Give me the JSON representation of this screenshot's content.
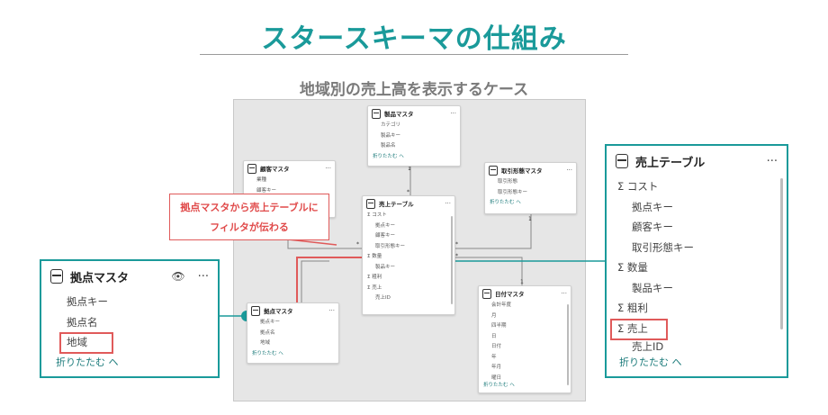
{
  "title": "スタースキーマの仕組み",
  "subtitle": "地域別の売上高を表示するケース",
  "callout": {
    "line1": "拠点マスタから売上テーブルに",
    "line2": "フィルタが伝わる"
  },
  "fold_label": "折りたたむ ヘ",
  "more_label": "···",
  "tables": {
    "product": {
      "name": "製品マスタ",
      "fields": [
        "カテゴリ",
        "製品キー",
        "製品名"
      ]
    },
    "customer": {
      "name": "顧客マスタ",
      "fields": [
        "業種",
        "顧客キー"
      ]
    },
    "deal": {
      "name": "取引形態マスタ",
      "fields": [
        "取引形態",
        "取引形態キー"
      ]
    },
    "sales": {
      "name": "売上テーブル",
      "fields": [
        "Σ コスト",
        "拠点キー",
        "顧客キー",
        "取引形態キー",
        "Σ 数量",
        "製品キー",
        "Σ 粗利",
        "Σ 売上",
        "売上ID"
      ]
    },
    "base": {
      "name": "拠点マスタ",
      "fields": [
        "拠点キー",
        "拠点名",
        "地域"
      ]
    },
    "date": {
      "name": "日付マスタ",
      "fields": [
        "会計年度",
        "月",
        "四半期",
        "日",
        "日付",
        "年",
        "年月",
        "曜日"
      ]
    }
  },
  "zoom_base": {
    "name": "拠点マスタ",
    "eye": "👁",
    "fields": [
      "拠点キー",
      "拠点名",
      "地域"
    ]
  },
  "zoom_sales": {
    "name": "売上テーブル",
    "fields": [
      "Σ コスト",
      "拠点キー",
      "顧客キー",
      "取引形態キー",
      "Σ 数量",
      "製品キー",
      "Σ 粗利",
      "Σ 売上",
      "売上ID"
    ]
  },
  "cardinality": {
    "one": "1",
    "many": "*"
  },
  "colors": {
    "accent": "#1a9a9a",
    "highlight": "#e05a5a"
  }
}
